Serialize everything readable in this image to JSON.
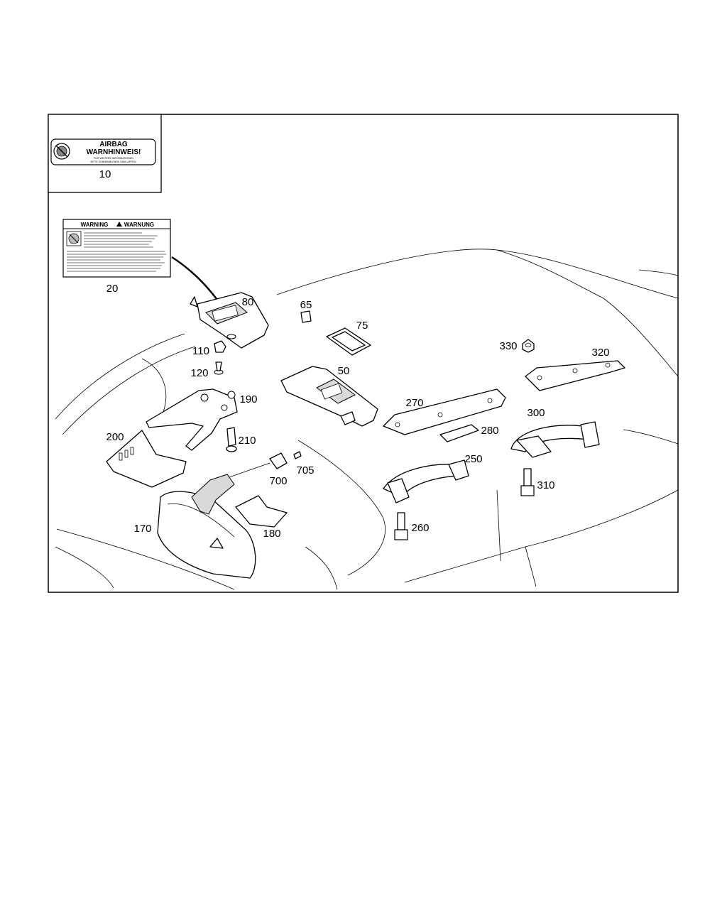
{
  "inset_label": {
    "title_line1": "AIRBAG",
    "title_line2": "WARNHINWEIS!",
    "small_line1": "FÜR WEITERE INFORMATIONEN",
    "small_line2": "BITTE SONNENBLENDE UMKLAPPEN."
  },
  "warning_label": {
    "heading_left": "WARNING",
    "heading_right": "WARNUNG"
  },
  "part_numbers": {
    "p10": "10",
    "p20": "20",
    "p50": "50",
    "p65": "65",
    "p75": "75",
    "p80": "80",
    "p110": "110",
    "p120": "120",
    "p170": "170",
    "p180": "180",
    "p190": "190",
    "p200": "200",
    "p210": "210",
    "p250": "250",
    "p260": "260",
    "p270": "270",
    "p280": "280",
    "p300": "300",
    "p310": "310",
    "p320": "320",
    "p330": "330",
    "p700": "700",
    "p705": "705"
  }
}
